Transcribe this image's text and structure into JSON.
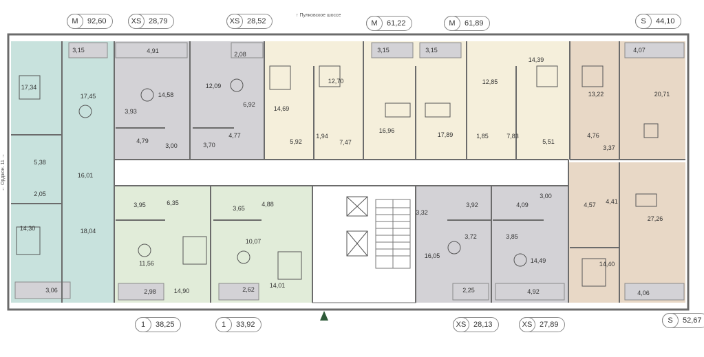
{
  "top_street": "Пулковское шоссе",
  "side_street": "Орджон. 11",
  "colors": {
    "teal": "#c8e2dd",
    "gray": "#d3d2d6",
    "cream": "#f5efdb",
    "tan": "#e8d8c6",
    "green": "#e1ecd9",
    "corridor": "#ffffff",
    "wall": "#6b6b6b"
  },
  "badges": [
    {
      "type": "M",
      "area": "92,60"
    },
    {
      "type": "XS",
      "area": "28,79"
    },
    {
      "type": "XS",
      "area": "28,52"
    },
    {
      "type": "M",
      "area": "61,22"
    },
    {
      "type": "M",
      "area": "61,89"
    },
    {
      "type": "S",
      "area": "44,10"
    },
    {
      "type": "1",
      "area": "38,25"
    },
    {
      "type": "1",
      "area": "33,92"
    },
    {
      "type": "XS",
      "area": "28,13"
    },
    {
      "type": "XS",
      "area": "27,89"
    },
    {
      "type": "S",
      "area": "52,67"
    }
  ],
  "rooms": [
    "3,15",
    "17,34",
    "17,45",
    "5,38",
    "16,01",
    "2,05",
    "14,30",
    "18,04",
    "3,06",
    "4,91",
    "14,58",
    "3,93",
    "4,79",
    "3,00",
    "2,08",
    "12,09",
    "6,92",
    "4,77",
    "3,70",
    "14,69",
    "12,70",
    "5,92",
    "1,94",
    "7,47",
    "3,15",
    "16,96",
    "3,15",
    "17,89",
    "1,85",
    "12,85",
    "7,83",
    "14,39",
    "5,51",
    "4,07",
    "13,22",
    "20,71",
    "4,76",
    "3,37",
    "3,95",
    "6,35",
    "11,56",
    "14,90",
    "2,98",
    "3,65",
    "4,88",
    "10,07",
    "14,01",
    "2,62",
    "3,32",
    "3,92",
    "3,72",
    "16,05",
    "2,25",
    "4,09",
    "3,00",
    "3,85",
    "14,49",
    "4,92",
    "4,57",
    "4,41",
    "27,26",
    "14,40",
    "4,06"
  ]
}
